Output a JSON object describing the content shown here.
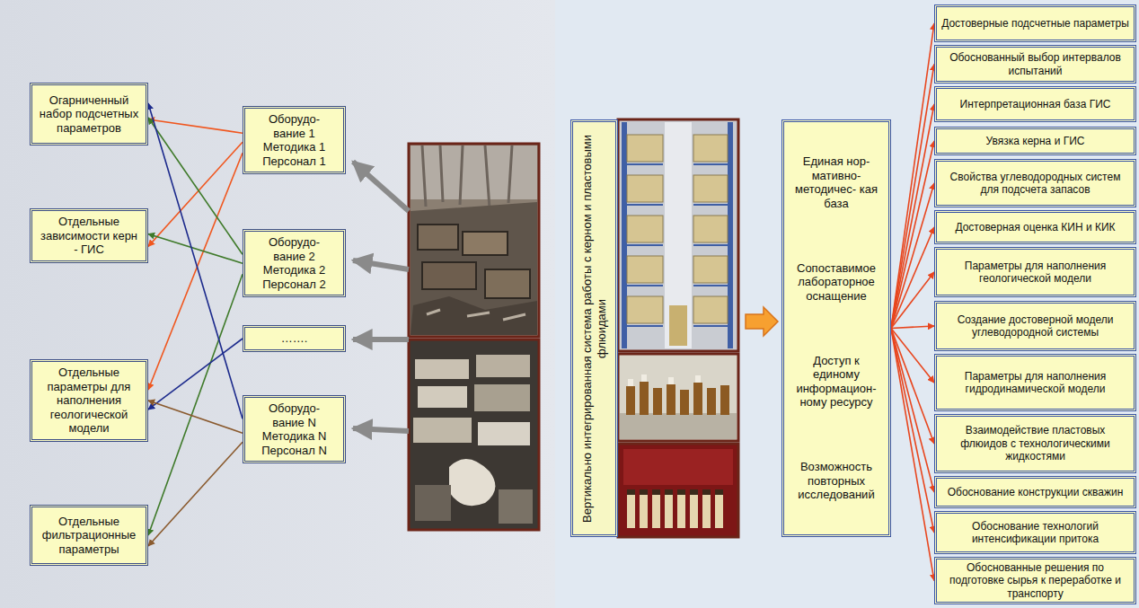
{
  "diagram": {
    "nodes": [
      {
        "text": [
          "Огарниченный набор подсчетных параметров"
        ]
      },
      {
        "text": [
          "Отдельные зависимости керн - ГИС"
        ]
      },
      {
        "text": [
          "Отдельные параметры для наполнения геологической модели"
        ]
      },
      {
        "text": [
          "Отдельные фильтрационные параметры"
        ]
      },
      {
        "text": [
          "Оборудо- вание 1 Методика 1 Персонал 1"
        ]
      },
      {
        "text": [
          "Оборудо- вание 2 Методика 2 Персонал 2"
        ]
      },
      {
        "text": [
          "……."
        ]
      },
      {
        "text": [
          "Оборудо- вание N Методика N Персонал N"
        ]
      },
      {
        "text": [
          "Вертикально интегрированная система работы с керном и пластовыми флюидами"
        ]
      },
      {
        "text": [
          "Единая нор- мативно-методичес- кая база",
          "Сопоставимое лабораторное оснащение",
          "Доступ к единому информацион- ному ресурсу",
          "Возможность повторных исследований"
        ]
      },
      {
        "text": [
          "Достоверные подсчетные параметры"
        ]
      },
      {
        "text": [
          "Обоснованный выбор интервалов испытаний"
        ]
      },
      {
        "text": [
          "Интерпретационная база ГИС"
        ]
      },
      {
        "text": [
          "Увязка керна и ГИС"
        ]
      },
      {
        "text": [
          "Свойства углеводородных систем для подсчета запасов"
        ]
      },
      {
        "text": [
          "Достоверная оценка КИН и КИК"
        ]
      },
      {
        "text": [
          "Параметры для наполнения геологической модели"
        ]
      },
      {
        "text": [
          "Создание достоверной модели углеводородной системы"
        ]
      },
      {
        "text": [
          "Параметры для наполнения гидродинамической модели"
        ]
      },
      {
        "text": [
          "Взаимодействие пластовых флюидов с технологическими жидкостями"
        ]
      },
      {
        "text": [
          "Обоснование конструкции скважин"
        ]
      },
      {
        "text": [
          "Обоснование технологий интенсификации притока"
        ]
      },
      {
        "text": [
          "Обоснованные решения по подготовке сырья к переработке и транспорту"
        ]
      }
    ],
    "edges": [
      {
        "from": 4,
        "to": 0,
        "arrow": "to"
      },
      {
        "from": 4,
        "to": 1,
        "arrow": "to"
      },
      {
        "from": 4,
        "to": 2,
        "arrow": "to"
      },
      {
        "from": 5,
        "to": 0,
        "arrow": "to"
      },
      {
        "from": 5,
        "to": 1,
        "arrow": "to"
      },
      {
        "from": 5,
        "to": 3,
        "arrow": "to"
      },
      {
        "from": 6,
        "to": 2,
        "arrow": "to"
      },
      {
        "from": 7,
        "to": 0,
        "arrow": "to"
      },
      {
        "from": 7,
        "to": 2,
        "arrow": "to"
      },
      {
        "from": 7,
        "to": 3,
        "arrow": "to"
      },
      {
        "from": 9,
        "to": 10,
        "arrow": "to"
      },
      {
        "from": 9,
        "to": 11,
        "arrow": "to"
      },
      {
        "from": 9,
        "to": 12,
        "arrow": "to"
      },
      {
        "from": 9,
        "to": 13,
        "arrow": "to"
      },
      {
        "from": 9,
        "to": 14,
        "arrow": "to"
      },
      {
        "from": 9,
        "to": 15,
        "arrow": "to"
      },
      {
        "from": 9,
        "to": 16,
        "arrow": "to"
      },
      {
        "from": 9,
        "to": 17,
        "arrow": "to"
      },
      {
        "from": 9,
        "to": 18,
        "arrow": "to"
      },
      {
        "from": 9,
        "to": 19,
        "arrow": "to"
      },
      {
        "from": 9,
        "to": 20,
        "arrow": "to"
      },
      {
        "from": 9,
        "to": 21,
        "arrow": "to"
      },
      {
        "from": 9,
        "to": 22,
        "arrow": "to"
      }
    ]
  }
}
